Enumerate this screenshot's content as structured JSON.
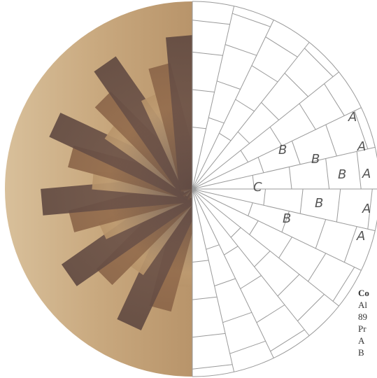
{
  "image": {
    "description_free": true
  },
  "colors": {
    "wood_light": "#cdb08a",
    "wood_mid": "#a57a55",
    "wood_dark": "#6e5448",
    "line": "#9a9a9a",
    "background": "#ffffff"
  },
  "labels": {
    "a": "A",
    "b": "B",
    "c": "C"
  },
  "panel": {
    "heading": "Co",
    "line1": "Al",
    "line2": "89",
    "line3": "Pr",
    "line4": "A",
    "line5": "B"
  },
  "diagram_labels": [
    {
      "text": "A",
      "kind": "a"
    },
    {
      "text": "A",
      "kind": "a"
    },
    {
      "text": "A",
      "kind": "a"
    },
    {
      "text": "A",
      "kind": "a"
    },
    {
      "text": "A",
      "kind": "a"
    },
    {
      "text": "B",
      "kind": "b"
    },
    {
      "text": "B",
      "kind": "b"
    },
    {
      "text": "B",
      "kind": "b"
    },
    {
      "text": "B",
      "kind": "b"
    },
    {
      "text": "B",
      "kind": "b"
    },
    {
      "text": "C",
      "kind": "c"
    }
  ]
}
